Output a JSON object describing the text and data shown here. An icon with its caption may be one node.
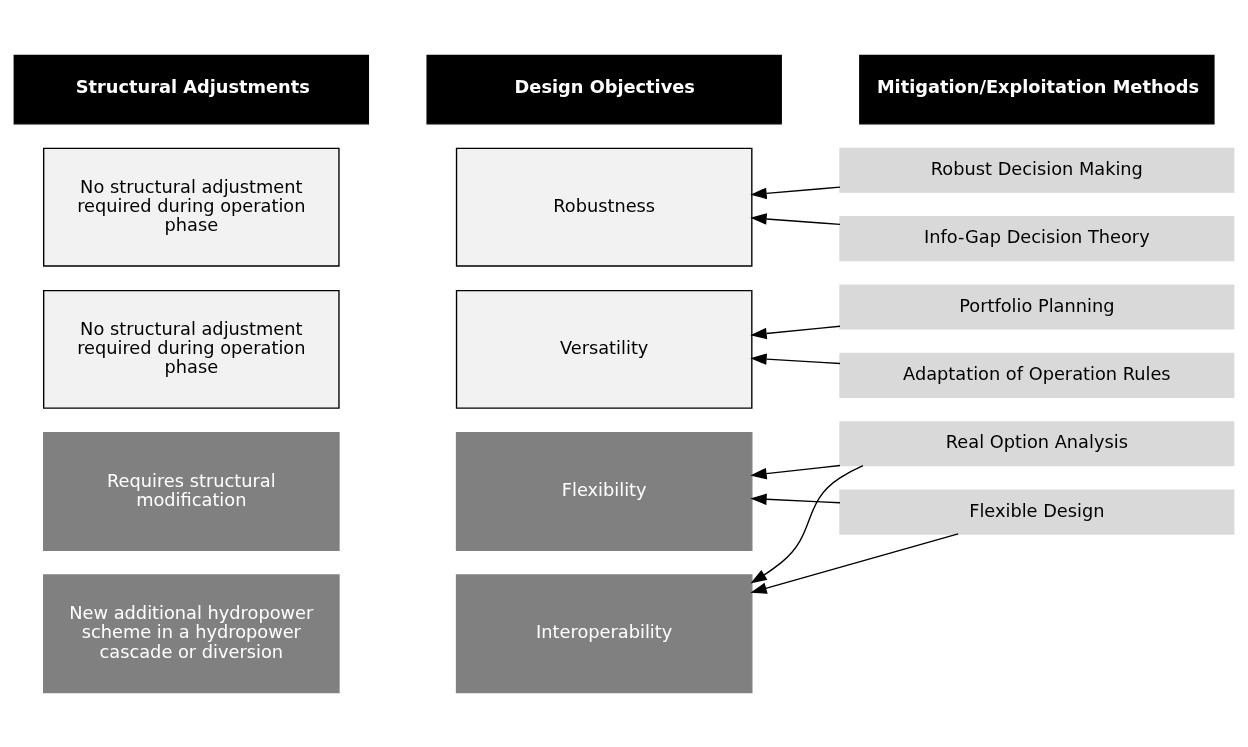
{
  "diagram": {
    "nodes": [
      {
        "text": [
          "Structural Adjustments"
        ]
      },
      {
        "text": [
          "Design Objectives"
        ]
      },
      {
        "text": [
          "Mitigation/Exploitation Methods"
        ]
      },
      {
        "text": [
          "No structural adjustment required during operation phase"
        ]
      },
      {
        "text": [
          "Robustness"
        ]
      },
      {
        "text": [
          "Robust Decision Making"
        ]
      },
      {
        "text": [
          "Info-Gap Decision Theory"
        ]
      },
      {
        "text": [
          "No structural adjustment required during operation phase"
        ]
      },
      {
        "text": [
          "Versatility"
        ]
      },
      {
        "text": [
          "Portfolio Planning"
        ]
      },
      {
        "text": [
          "Adaptation of Operation Rules"
        ]
      },
      {
        "text": [
          "Requires structural modification"
        ]
      },
      {
        "text": [
          "Flexibility"
        ]
      },
      {
        "text": [
          "Real Option Analysis"
        ]
      },
      {
        "text": [
          "Flexible Design"
        ]
      },
      {
        "text": [
          "New additional hydropower scheme in a hydropower cascade or diversion"
        ]
      },
      {
        "text": [
          "Interoperability"
        ]
      }
    ],
    "edges": [
      {
        "from": 5,
        "to": 4,
        "arrow": "to"
      },
      {
        "from": 6,
        "to": 4,
        "arrow": "to"
      },
      {
        "from": 9,
        "to": 8,
        "arrow": "to"
      },
      {
        "from": 10,
        "to": 8,
        "arrow": "to"
      },
      {
        "from": 13,
        "to": 12,
        "arrow": "to"
      },
      {
        "from": 13,
        "to": 16,
        "arrow": "to"
      },
      {
        "from": 14,
        "to": 12,
        "arrow": "to"
      },
      {
        "from": 14,
        "to": 16,
        "arrow": "to"
      }
    ]
  }
}
